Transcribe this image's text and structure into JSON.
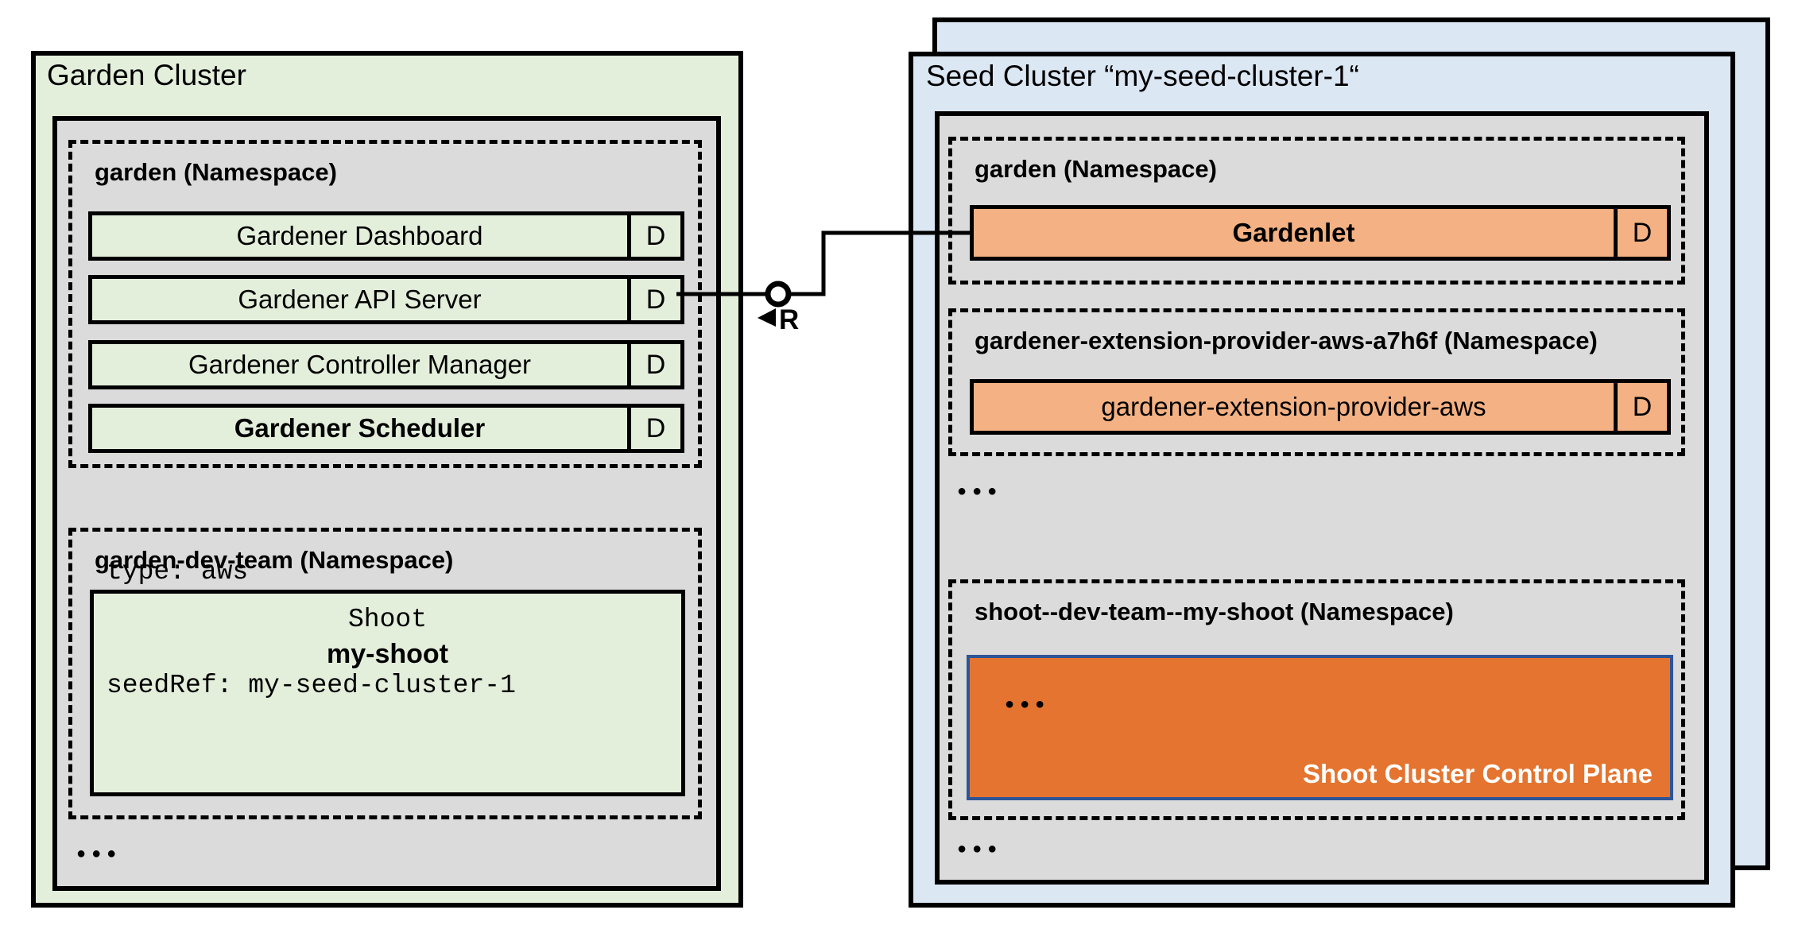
{
  "colors": {
    "cluster_green": "#e3efdb",
    "cluster_blue": "#dbe7f3",
    "namespace_gray": "#dbdbdb",
    "component_orange": "#f4b183",
    "control_plane_orange": "#e4742f",
    "control_plane_border_blue": "#2e5496",
    "line_black": "#000000"
  },
  "garden_cluster": {
    "title": "Garden Cluster",
    "garden_namespace": {
      "label": "garden (Namespace)",
      "deployments": [
        {
          "name": "Gardener Dashboard",
          "badge": "D"
        },
        {
          "name": "Gardener API Server",
          "badge": "D"
        },
        {
          "name": "Gardener Controller Manager",
          "badge": "D"
        },
        {
          "name": "Gardener Scheduler",
          "badge": "D"
        }
      ]
    },
    "dev_namespace": {
      "label": "garden-dev-team (Namespace)",
      "shoot_card": {
        "kind": "Shoot",
        "name": "my-shoot",
        "spec_line_1": "type: aws",
        "spec_line_2": "seedRef: my-seed-cluster-1"
      }
    },
    "ellipsis": "●●●"
  },
  "seed_cluster": {
    "title": "Seed Cluster “my-seed-cluster-1“",
    "garden_namespace": {
      "label": "garden (Namespace)",
      "deployment": {
        "name": "Gardenlet",
        "badge": "D"
      }
    },
    "extension_namespace": {
      "label": "gardener-extension-provider-aws-a7h6f (Namespace)",
      "deployment": {
        "name": "gardener-extension-provider-aws",
        "badge": "D"
      }
    },
    "shoot_namespace": {
      "label": "shoot--dev-team--my-shoot (Namespace)",
      "control_plane": {
        "label": "Shoot Cluster Control Plane",
        "ellipsis": "●●●"
      }
    },
    "ellipsis_mid": "●●●",
    "ellipsis_bottom": "●●●"
  },
  "connector": {
    "interface_label": "R"
  }
}
